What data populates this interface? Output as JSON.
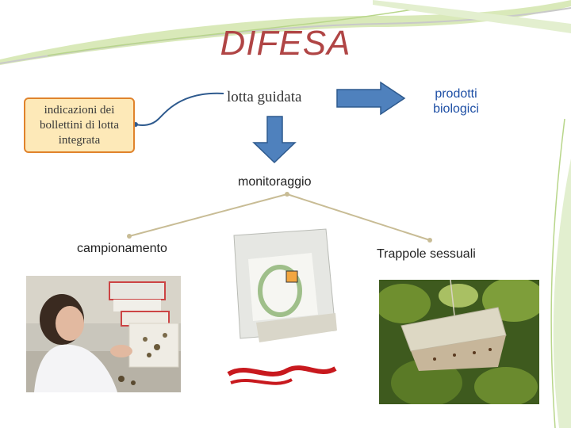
{
  "title": "DIFESA",
  "boxes": {
    "indicazioni": "indicazioni dei bollettini di lotta integrata"
  },
  "labels": {
    "lotta_guidata": "lotta guidata",
    "prodotti_biologici": "prodotti biologici",
    "monitoraggio": "monitoraggio",
    "campionamento": "campionamento",
    "trappole": "Trappole sessuali"
  },
  "colors": {
    "title": "#b04545",
    "arrow_fill": "#4f81bd",
    "arrow_stroke": "#2e5a8e",
    "box_fill": "#fde9b8",
    "box_border": "#e0832c",
    "branch_line": "#c8bc95"
  }
}
